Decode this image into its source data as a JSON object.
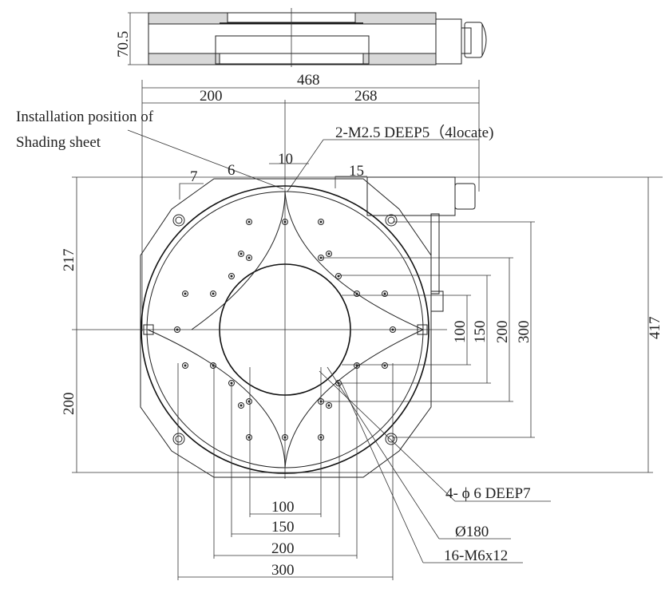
{
  "side_view": {
    "height_dim": "70.5"
  },
  "top_dims": {
    "overall_width": "468",
    "left_width": "200",
    "right_width": "268"
  },
  "annotations": {
    "shading_line1": "Installation position of",
    "shading_line2": "Shading sheet",
    "locate_holes": "2-M2.5 DEEP5（4locate)",
    "dim_10": "10",
    "dim_6": "6",
    "dim_7": "7",
    "dim_15": "15",
    "pin_holes": "4- ϕ 6 DEEP7",
    "center_bore": "Ø180",
    "thread_holes": "16-M6x12"
  },
  "left_dims": {
    "upper": "217",
    "lower": "200"
  },
  "right_dims": {
    "overall_height": "417",
    "pitch_100": "100",
    "pitch_150": "150",
    "pitch_200": "200",
    "pitch_300": "300"
  },
  "bottom_dims": {
    "pitch_100": "100",
    "pitch_150": "150",
    "pitch_200": "200",
    "pitch_300": "300"
  }
}
